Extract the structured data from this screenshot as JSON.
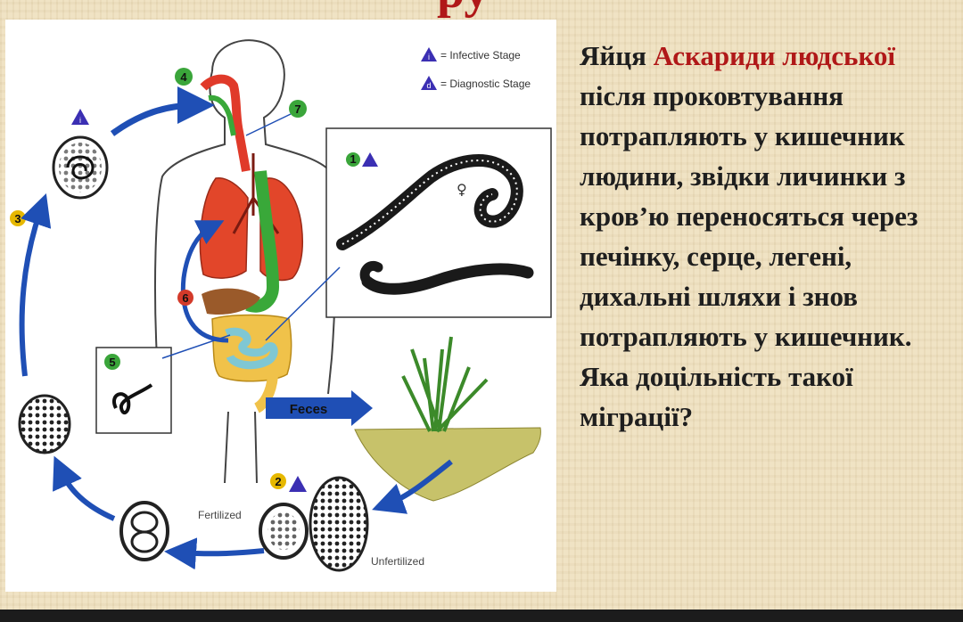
{
  "slide": {
    "title_fragment": "ру",
    "question_parts": {
      "p1": "Яйця ",
      "highlight": "Аскариди людської",
      "p2": " після проковтування потрапляють у кишечник людини, звідки личинки з кров’ю переносяться через печінку, серце, легені, дихальні шляхи і знов потрапляють у кишечник. Яка доцільність такої міграції?"
    }
  },
  "diagram": {
    "legend": {
      "infective_symbol": "i",
      "infective_label": "= Infective Stage",
      "diagnostic_symbol": "d",
      "diagnostic_label": "= Diagnostic Stage"
    },
    "steps": [
      "1",
      "2",
      "3",
      "4",
      "5",
      "6",
      "7"
    ],
    "labels": {
      "feces": "Feces",
      "fertilized": "Fertilized",
      "unfertilized": "Unfertilized",
      "female_symbol": "♀"
    }
  },
  "colors": {
    "title_red": "#b01818",
    "arrow_blue": "#1f4fb5",
    "stage_triangle": "#3b2fb3",
    "step_green": "#3aa53a",
    "step_yellow": "#e6b800",
    "step_red": "#d33a2a"
  }
}
